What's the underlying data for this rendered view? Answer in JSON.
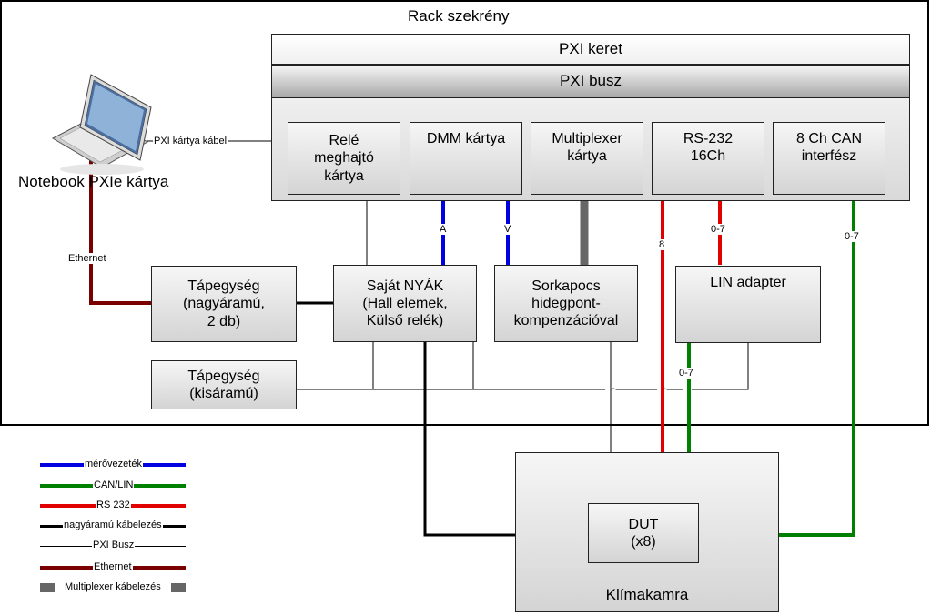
{
  "rack": {
    "title": "Rack szekrény"
  },
  "pxi": {
    "frame": "PXI keret",
    "bus": "PXI busz"
  },
  "cards": {
    "relay": "Relé\nmeghajtó\nkártya",
    "dmm": "DMM kártya",
    "mux": "Multiplexer\nkártya",
    "rs232": "RS-232\n16Ch",
    "can": "8 Ch CAN\ninterfész"
  },
  "notebook": {
    "label": "Notebook PXIe kártya",
    "cable": "PXI kártya kábel",
    "ethernet": "Ethernet"
  },
  "boxes": {
    "psu_high": "Tápegység\n(nagyáramú,\n2 db)",
    "pcb": "Saját NYÁK\n(Hall elemek,\nKülső relék)",
    "terminal": "Sorkapocs\nhidegpont-\nkompenzációval",
    "lin": "LIN adapter",
    "psu_low": "Tápegység\n(kisáramú)",
    "dut": "DUT\n(x8)",
    "chamber": "Klímakamra"
  },
  "wire_labels": {
    "a": "A",
    "v": "V",
    "rs_8": "8",
    "rs_07": "0-7",
    "lin_07": "0-7",
    "can_07": "0-7"
  },
  "legend": [
    {
      "label": "mérővezeték",
      "color": "#0000e0",
      "style": "thick"
    },
    {
      "label": "CAN/LIN",
      "color": "#008000",
      "style": "thick"
    },
    {
      "label": "RS 232",
      "color": "#e00000",
      "style": "thick"
    },
    {
      "label": "nagyáramú kábelezés",
      "color": "#000000",
      "style": "medium"
    },
    {
      "label": "PXI Busz",
      "color": "#000000",
      "style": "thin"
    },
    {
      "label": "Ethernet",
      "color": "#7a0000",
      "style": "thick"
    },
    {
      "label": "Multiplexer kábelezés",
      "color": "#666666",
      "style": "block"
    }
  ]
}
